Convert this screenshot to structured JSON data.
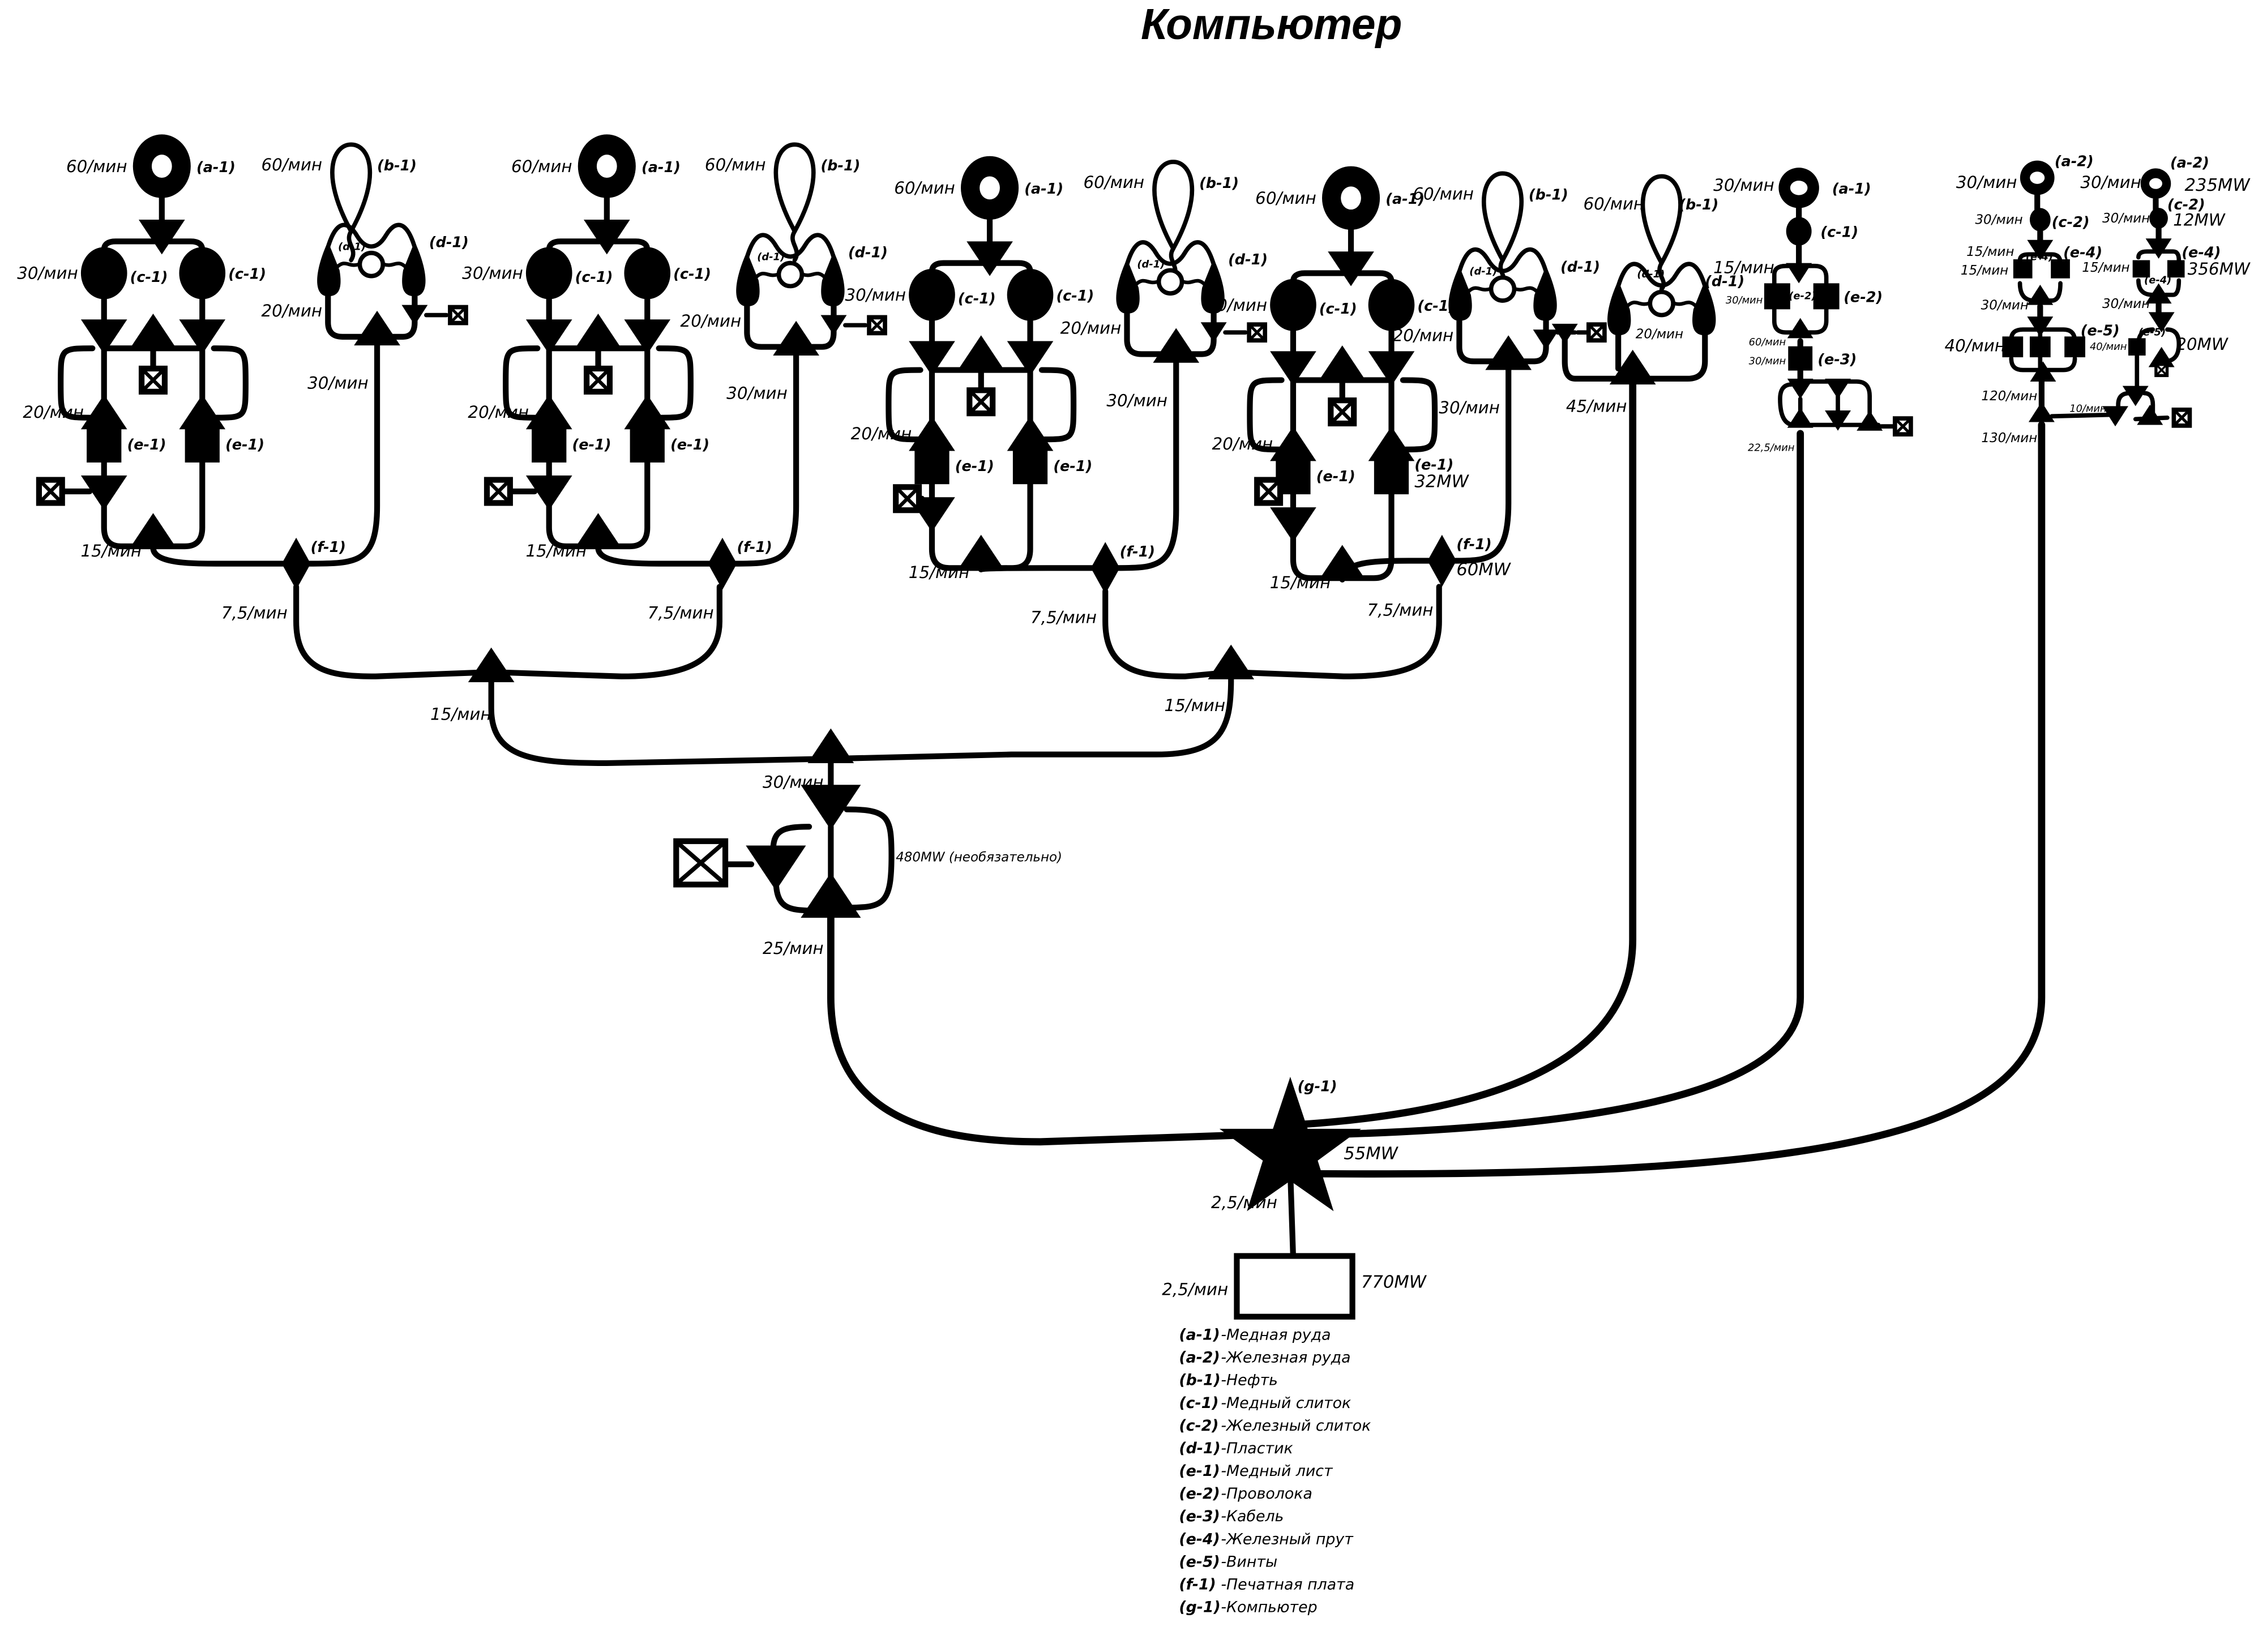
{
  "title": "Компьютер",
  "colors": {
    "ink": "#000000",
    "background": "#ffffff"
  },
  "clusters": [
    {
      "id": "pcb-line-1",
      "copper_ore": {
        "rate": "60/мин",
        "code": "(a-1)"
      },
      "oil": {
        "rate": "60/мин",
        "code": "(b-1)"
      },
      "smelters": [
        {
          "rate": "30/мин",
          "code": "(c-1)"
        },
        {
          "code": "(c-1)"
        }
      ],
      "refinery": {
        "codes": [
          "(d-1)",
          "(d-1)"
        ],
        "rate_out": "20/мин"
      },
      "plastic_to_pcb_rate": "30/мин",
      "sheet_rate": "20/мин",
      "sheets": [
        {
          "code": "(e-1)"
        },
        {
          "code": "(e-1)"
        }
      ],
      "sheet_belt_rate": "15/мин",
      "pcb": {
        "code": "(f-1)",
        "rate": "7,5/мин"
      }
    },
    {
      "id": "pcb-line-2",
      "copper_ore": {
        "rate": "60/мин",
        "code": "(a-1)"
      },
      "oil": {
        "rate": "60/мин",
        "code": "(b-1)"
      },
      "smelters": [
        {
          "rate": "30/мин",
          "code": "(c-1)"
        },
        {
          "code": "(c-1)"
        }
      ],
      "refinery": {
        "codes": [
          "(d-1)",
          "(d-1)"
        ],
        "rate_out": "20/мин"
      },
      "plastic_to_pcb_rate": "30/мин",
      "sheet_rate": "20/мин",
      "sheets": [
        {
          "code": "(e-1)"
        },
        {
          "code": "(e-1)"
        }
      ],
      "sheet_belt_rate": "15/мин",
      "pcb": {
        "code": "(f-1)",
        "rate": "7,5/мин"
      }
    },
    {
      "id": "pcb-line-3",
      "copper_ore": {
        "rate": "60/мин",
        "code": "(a-1)"
      },
      "oil": {
        "rate": "60/мин",
        "code": "(b-1)"
      },
      "smelters": [
        {
          "rate": "30/мин",
          "code": "(c-1)"
        },
        {
          "code": "(c-1)"
        }
      ],
      "refinery": {
        "codes": [
          "(d-1)",
          "(d-1)"
        ],
        "rate_out": "20/мин"
      },
      "plastic_to_pcb_rate": "30/мин",
      "sheet_rate": "20/мин",
      "sheets": [
        {
          "code": "(e-1)"
        },
        {
          "code": "(e-1)"
        }
      ],
      "sheet_belt_rate": "15/мин",
      "pcb": {
        "code": "(f-1)",
        "rate": "7,5/мин"
      }
    },
    {
      "id": "pcb-line-4",
      "copper_ore": {
        "rate": "60/мин",
        "code": "(a-1)"
      },
      "oil": {
        "rate": "60/мин",
        "code": "(b-1)"
      },
      "smelters": [
        {
          "rate": "30/мин",
          "code": "(c-1)"
        },
        {
          "code": "(c-1)"
        }
      ],
      "refinery": {
        "codes": [
          "(d-1)",
          "(d-1)"
        ],
        "rate_out": "20/мин"
      },
      "plastic_to_pcb_rate": "30/мин",
      "sheet_rate": "20/мин",
      "sheets": [
        {
          "code": "(e-1)"
        },
        {
          "code": "(e-1)",
          "power": "32MW"
        }
      ],
      "sheet_belt_rate": "15/мин",
      "pcb": {
        "code": "(f-1)",
        "rate": "7,5/мин",
        "power": "60MW"
      }
    }
  ],
  "pcb_merge_rates": [
    "15/мин",
    "15/мин"
  ],
  "pcb_main_rate": "30/мин",
  "pcb_hub": {
    "power_note": "480MW (необязательно)",
    "rate_out": "25/мин"
  },
  "plastic_line": {
    "oil": {
      "rate": "60/мин",
      "code": "(b-1)"
    },
    "refinery": {
      "codes": [
        "(d-1)",
        "(d-1)"
      ],
      "rate_out": "20/мин"
    },
    "rate_main": "45/мин"
  },
  "cable_line": {
    "ore": {
      "rate": "30/мин",
      "code": "(a-1)"
    },
    "smelter": {
      "code": "(c-1)"
    },
    "wire_in_rate": "15/мин",
    "wire": {
      "rate": "30/мин",
      "codes": [
        "(e-2)",
        "(e-2)"
      ]
    },
    "wire_out_rate": "60/мин",
    "cable": {
      "rate": "30/мин",
      "code": "(e-3)"
    },
    "cable_out_rate": "22,5/мин"
  },
  "screw_line": {
    "left": {
      "ore": {
        "rate": "30/мин",
        "code": "(a-2)"
      },
      "smelter": {
        "rate": "30/мин",
        "code": "(c-2)"
      },
      "rod_in_rate": "15/мин",
      "rods": {
        "rate": "15/мин",
        "codes": [
          "(e-4)",
          "(e-4)"
        ]
      },
      "rod_out_rate": "30/мин",
      "screws": {
        "rate": "40/мин",
        "code": "(e-5)"
      },
      "screw_out_rate": "120/мин"
    },
    "right": {
      "ore": {
        "rate": "30/мин",
        "code": "(a-2)",
        "power": "235MW"
      },
      "smelter": {
        "rate": "30/мин",
        "code": "(c-2)",
        "power": "12MW"
      },
      "rods": {
        "rate": "15/мин",
        "codes": [
          "(e-4)",
          "(e-4)"
        ],
        "power": "356MW"
      },
      "rod_out_rate": "30/мин",
      "screws": {
        "rate": "40/мин",
        "code": "(e-5)",
        "power": "20MW"
      },
      "merge_rate": "10/мин"
    },
    "total_rate": "130/мин"
  },
  "assembler": {
    "code": "(g-1)",
    "power": "55MW",
    "rate": "2,5/мин"
  },
  "output_box": {
    "rate": "2,5/мин",
    "power": "770MW"
  },
  "legend": [
    {
      "code": "(a-1)",
      "name": "-Медная руда"
    },
    {
      "code": "(a-2)",
      "name": "-Железная руда"
    },
    {
      "code": "(b-1)",
      "name": "-Нефть"
    },
    {
      "code": "(c-1)",
      "name": "-Медный слиток"
    },
    {
      "code": "(c-2)",
      "name": "-Железный слиток"
    },
    {
      "code": "(d-1)",
      "name": "-Пластик"
    },
    {
      "code": "(e-1)",
      "name": "-Медный лист"
    },
    {
      "code": "(e-2)",
      "name": "-Проволока"
    },
    {
      "code": "(e-3)",
      "name": "-Кабель"
    },
    {
      "code": "(e-4)",
      "name": "-Железный прут"
    },
    {
      "code": "(e-5)",
      "name": "-Винты"
    },
    {
      "code": "(f-1)",
      "name": "-Печатная плата"
    },
    {
      "code": "(g-1)",
      "name": "-Компьютер"
    }
  ]
}
